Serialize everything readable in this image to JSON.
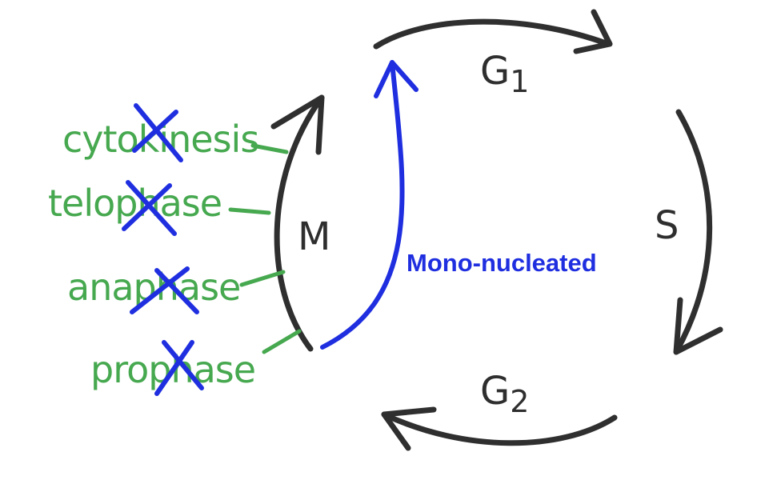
{
  "diagram": {
    "stages": {
      "g1": {
        "letter": "G",
        "sub": "1"
      },
      "s": {
        "letter": "S"
      },
      "g2": {
        "letter": "G",
        "sub": "2"
      },
      "m": {
        "letter": "M"
      }
    },
    "mitosis_phases": [
      "cytokinesis",
      "telophase",
      "anaphase",
      "prophase"
    ],
    "bypass_label": "Mono-nucleated",
    "colors": {
      "cycle_arrows": "#2f2f2f",
      "phase_text": "#46a84f",
      "bypass": "#1f2fe0"
    }
  }
}
